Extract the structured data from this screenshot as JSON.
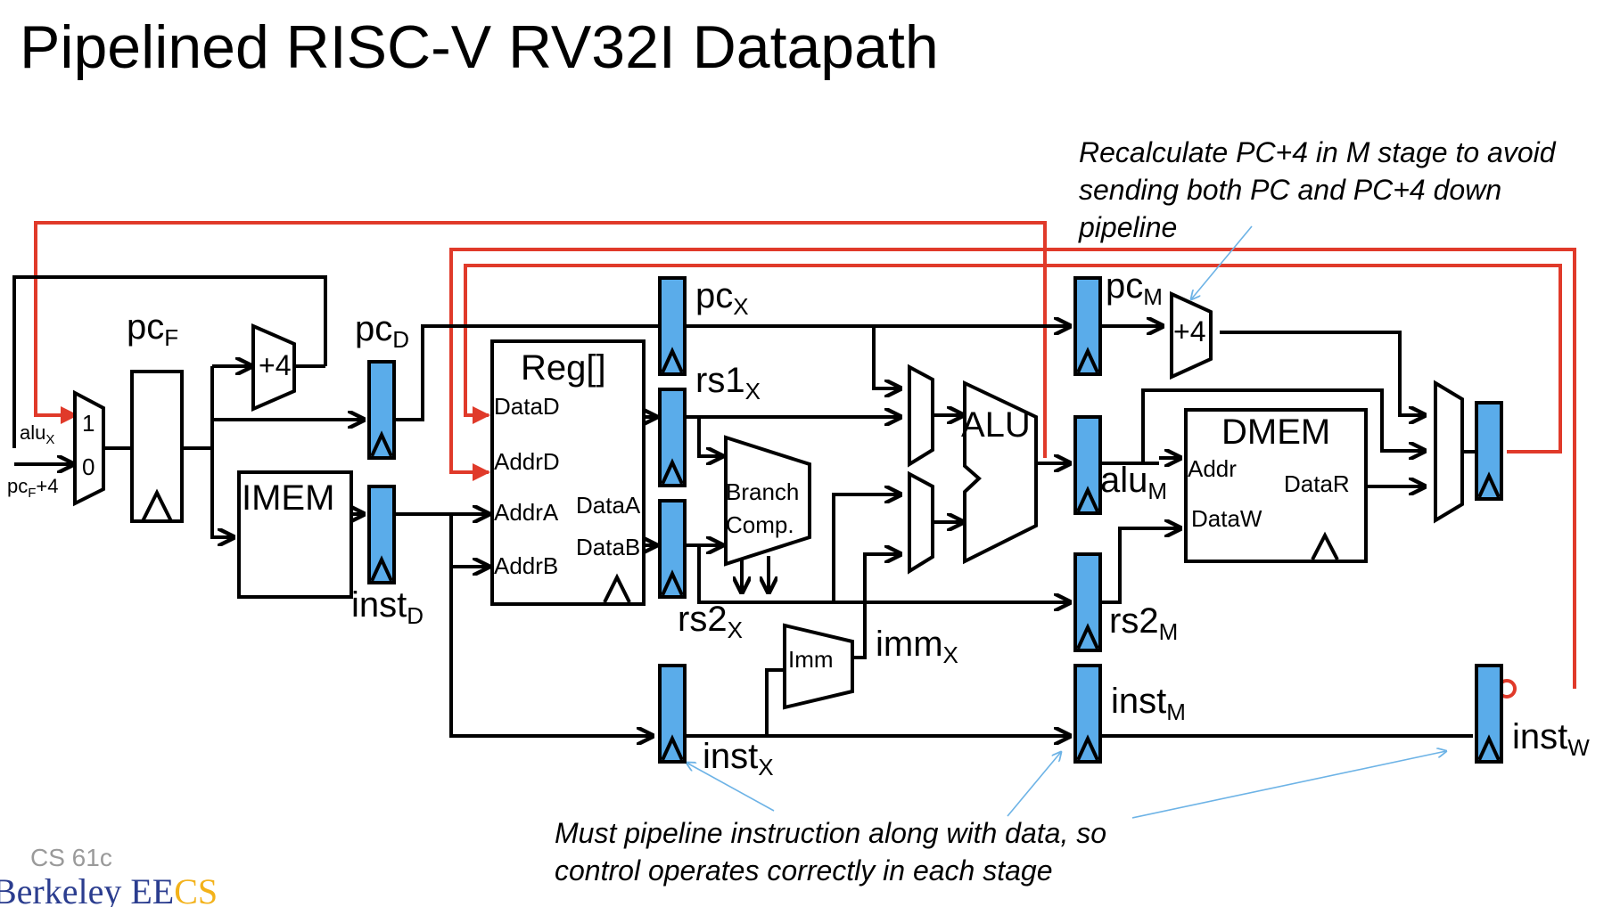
{
  "title": "Pipelined RISC-V RV32I Datapath",
  "footer": {
    "course": "CS 61c",
    "brand_left": "Berkeley ",
    "brand_ee": "EE",
    "brand_cs": "CS"
  },
  "annotations": {
    "top_note": [
      "Recalculate PC+4 in M stage to avoid",
      "sending both PC and PC+4 down",
      "pipeline"
    ],
    "bottom_note": [
      "Must pipeline instruction along with data, so",
      "control operates correctly in each stage"
    ]
  },
  "blocks": {
    "imem": "IMEM",
    "regfile": {
      "name": "Reg[]",
      "ports": [
        "DataD",
        "AddrD",
        "AddrA",
        "AddrB",
        "DataA",
        "DataB"
      ]
    },
    "branch": [
      "Branch",
      "Comp."
    ],
    "imm": "Imm",
    "alu": "ALU",
    "dmem": {
      "name": "DMEM",
      "ports": [
        "Addr",
        "DataW",
        "DataR"
      ]
    },
    "adder_f": "+4",
    "adder_m": "+4",
    "pc_mux": [
      "1",
      "0"
    ]
  },
  "signals": {
    "alu_x": {
      "base": "alu",
      "sub": "X"
    },
    "pcf4": {
      "base": "pc",
      "sub": "F",
      "tail": "+4"
    },
    "pc_f": {
      "base": "pc",
      "sub": "F"
    },
    "pc_d": {
      "base": "pc",
      "sub": "D"
    },
    "inst_d": {
      "base": "inst",
      "sub": "D"
    },
    "pc_x": {
      "base": "pc",
      "sub": "X"
    },
    "rs1_x": {
      "base": "rs1",
      "sub": "X"
    },
    "rs2_x": {
      "base": "rs2",
      "sub": "X"
    },
    "imm_x": {
      "base": "imm",
      "sub": "X"
    },
    "inst_x": {
      "base": "inst",
      "sub": "X"
    },
    "pc_m": {
      "base": "pc",
      "sub": "M"
    },
    "alu_m": {
      "base": "alu",
      "sub": "M"
    },
    "rs2_m": {
      "base": "rs2",
      "sub": "M"
    },
    "inst_m": {
      "base": "inst",
      "sub": "M"
    },
    "inst_w": {
      "base": "inst",
      "sub": "W"
    }
  },
  "colors": {
    "pipeline_register": "#5aacea",
    "writeback_wire": "#e03a2a",
    "annotation_pointer": "#6db3e6",
    "brand_blue": "#2b3d8f",
    "brand_gold": "#f3b21a"
  }
}
